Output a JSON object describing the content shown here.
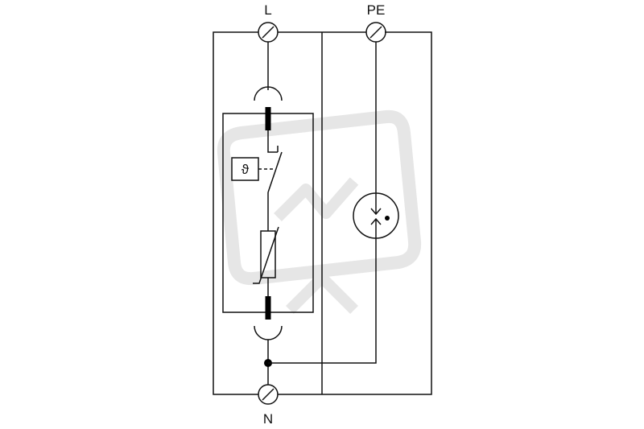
{
  "terminals": {
    "top_left": "L",
    "top_right": "PE",
    "bottom": "N"
  },
  "thermal_symbol": "ϑ",
  "colors": {
    "line": "#111111",
    "watermark": "#e6e6e6",
    "background": "#ffffff"
  },
  "icons": {
    "terminal": "screw-terminal-icon",
    "thermal": "thermal-disconnector-icon",
    "varistor": "varistor-icon",
    "spark_gap": "spark-gap-icon",
    "fuse": "fuse-element-icon",
    "junction": "junction-dot-icon",
    "watermark": "logo-watermark"
  }
}
